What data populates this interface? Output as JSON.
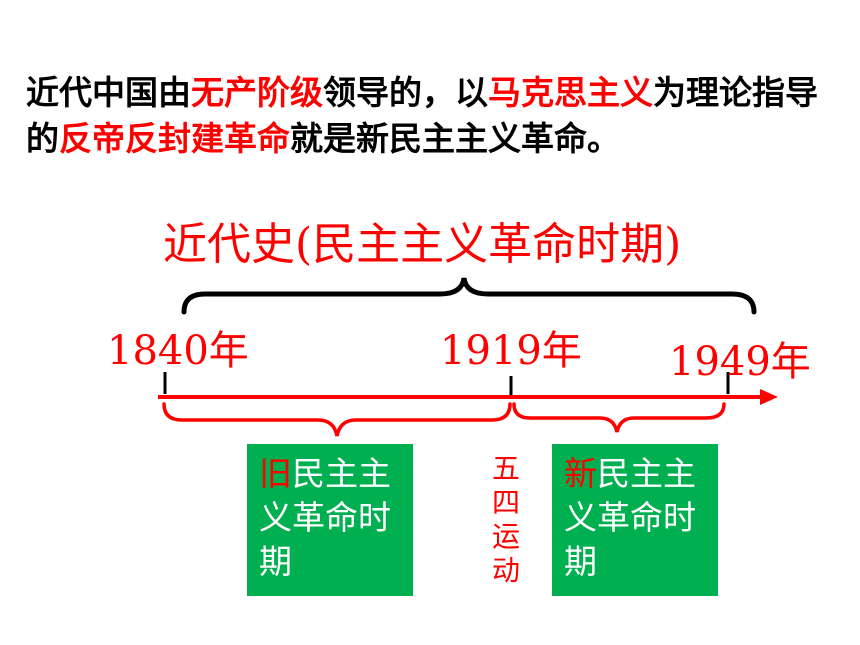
{
  "definition": {
    "segments": [
      {
        "text": "近代中国由",
        "highlight": false
      },
      {
        "text": "无产阶级",
        "highlight": true
      },
      {
        "text": "领导的，以",
        "highlight": false
      },
      {
        "text": "马克思主义",
        "highlight": true
      },
      {
        "text": "为理论指导的",
        "highlight": false
      },
      {
        "text": "反帝反封建革命",
        "highlight": true
      },
      {
        "text": "就是新民主主义革命。",
        "highlight": false
      }
    ]
  },
  "timeline": {
    "title": "近代史(民主主义革命时期)",
    "years": [
      "1840年",
      "1919年",
      "1949年"
    ],
    "old_period": {
      "accent": "旧",
      "text": "民主主义革命时期"
    },
    "new_period": {
      "accent": "新",
      "text": "民主主义革命时期"
    },
    "event_chars": [
      "五",
      "四",
      "运",
      "动"
    ]
  },
  "colors": {
    "highlight": "#ff0000",
    "box": "#00b050",
    "box_text": "#ffffff",
    "text": "#000000"
  }
}
